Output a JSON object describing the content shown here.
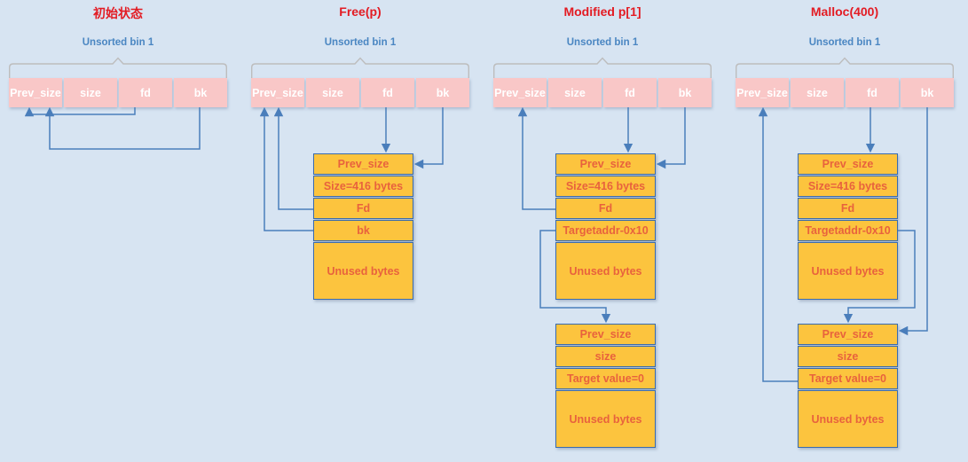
{
  "colors": {
    "bg": "#d7e4f2",
    "pink": "#f9c7c7",
    "pink_text": "#ffffff",
    "red_title": "#e31b23",
    "blue_label": "#4a86c2",
    "arrow_blue": "#4a7ebb",
    "chunk_fill": "#fcc43e",
    "chunk_border": "#3a6bad",
    "chunk_text": "#e8623d",
    "brace_gray": "#bdbdbd"
  },
  "bin_row": {
    "cells": [
      "Prev_size",
      "size",
      "fd",
      "bk"
    ]
  },
  "panels": [
    {
      "title": "初始状态",
      "bin_label": "Unsorted bin 1"
    },
    {
      "title": "Free(p)",
      "bin_label": "Unsorted bin 1",
      "chunk1": {
        "rows": [
          "Prev_size",
          "Size=416 bytes",
          "Fd",
          "bk",
          "Unused bytes"
        ]
      }
    },
    {
      "title": "Modified p[1]",
      "bin_label": "Unsorted bin 1",
      "chunk1": {
        "rows": [
          "Prev_size",
          "Size=416 bytes",
          "Fd",
          "Targetaddr-0x10",
          "Unused bytes"
        ]
      },
      "chunk2": {
        "rows": [
          "Prev_size",
          "size",
          "Target value=0",
          "Unused bytes"
        ]
      }
    },
    {
      "title": "Malloc(400)",
      "bin_label": "Unsorted bin 1",
      "chunk1": {
        "rows": [
          "Prev_size",
          "Size=416 bytes",
          "Fd",
          "Targetaddr-0x10",
          "Unused bytes"
        ]
      },
      "chunk2": {
        "rows": [
          "Prev_size",
          "size",
          "Target value=0",
          "Unused bytes"
        ]
      }
    }
  ]
}
